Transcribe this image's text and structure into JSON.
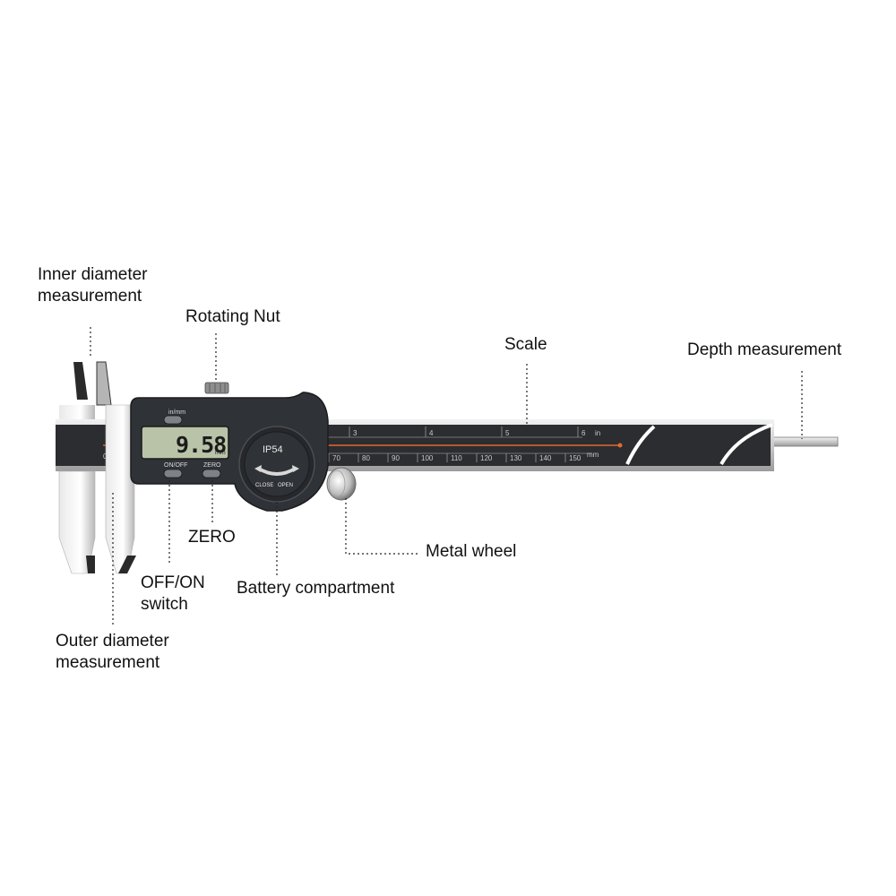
{
  "callouts": {
    "inner_diameter_l1": "Inner diameter",
    "inner_diameter_l2": "measurement",
    "rotating_nut": "Rotating Nut",
    "scale": "Scale",
    "depth": "Depth measurement",
    "zero": "ZERO",
    "off_on_l1": "OFF/ON",
    "off_on_l2": "switch",
    "battery": "Battery compartment",
    "metal_wheel": "Metal wheel",
    "outer_diameter_l1": "Outer diameter",
    "outer_diameter_l2": "measurement"
  },
  "device": {
    "unit_label": "in/mm",
    "reading": "9.58",
    "reading_unit": "mm",
    "btn_on_off": "ON/OFF",
    "btn_zero": "ZERO",
    "ip_rating": "IP54",
    "battery_close": "CLOSE",
    "battery_open": "OPEN",
    "inch_ticks": [
      "3",
      "4",
      "5",
      "6"
    ],
    "inch_unit": "in",
    "mm_ticks": [
      "70",
      "80",
      "90",
      "100",
      "110",
      "120",
      "130",
      "140",
      "150"
    ],
    "mm_unit": "mm",
    "zero_mark": "0"
  },
  "colors": {
    "beam": "#2b2d30",
    "steel": "#cfcfcf",
    "body": "#2f3236",
    "lcd": "#b9c3a8",
    "accent": "#e06a2c"
  }
}
